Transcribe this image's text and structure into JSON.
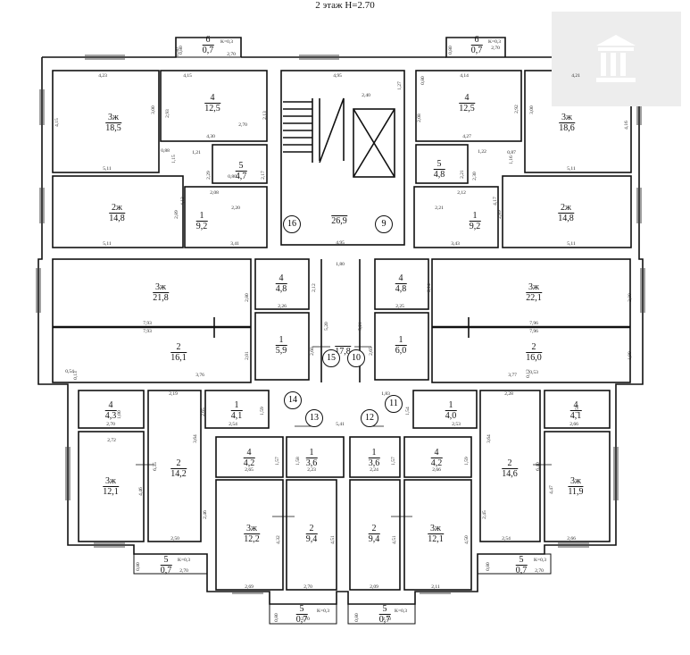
{
  "title": "2 этаж Н=2.70",
  "rooms": [
    {
      "id": "r1",
      "num": "6",
      "area": "0,7"
    },
    {
      "id": "r2",
      "num": "6",
      "area": "0,7"
    },
    {
      "id": "r3",
      "num": "3ж",
      "area": "18,5"
    },
    {
      "id": "r4",
      "num": "4",
      "area": "12,5"
    },
    {
      "id": "r5",
      "num": "5",
      "area": "4,7"
    },
    {
      "id": "r6",
      "num": "2ж",
      "area": "14,8"
    },
    {
      "id": "r7",
      "num": "1",
      "area": "9,2"
    },
    {
      "id": "r8",
      "num": "",
      "area": "26,9"
    },
    {
      "id": "r9",
      "num": "4",
      "area": "12,5"
    },
    {
      "id": "r10",
      "num": "3ж",
      "area": "18,6"
    },
    {
      "id": "r11",
      "num": "5",
      "area": "4,8"
    },
    {
      "id": "r12",
      "num": "1",
      "area": "9,2"
    },
    {
      "id": "r13",
      "num": "2ж",
      "area": "14,8"
    },
    {
      "id": "r14",
      "num": "3ж",
      "area": "21,8"
    },
    {
      "id": "r15",
      "num": "4",
      "area": "4,8"
    },
    {
      "id": "r16",
      "num": "4",
      "area": "4,8"
    },
    {
      "id": "r17",
      "num": "3ж",
      "area": "22,1"
    },
    {
      "id": "r18",
      "num": "1",
      "area": "5,9"
    },
    {
      "id": "r19",
      "num": "",
      "area": "17,8"
    },
    {
      "id": "r20",
      "num": "1",
      "area": "6,0"
    },
    {
      "id": "r21",
      "num": "2",
      "area": "16,1"
    },
    {
      "id": "r22",
      "num": "2",
      "area": "16,0"
    },
    {
      "id": "r23",
      "num": "4",
      "area": "4,3"
    },
    {
      "id": "r24",
      "num": "1",
      "area": "4,1"
    },
    {
      "id": "r25",
      "num": "1",
      "area": "4,0"
    },
    {
      "id": "r26",
      "num": "4",
      "area": "4,1"
    },
    {
      "id": "r27",
      "num": "3ж",
      "area": "12,1"
    },
    {
      "id": "r28",
      "num": "2",
      "area": "14,2"
    },
    {
      "id": "r29",
      "num": "4",
      "area": "4,2"
    },
    {
      "id": "r30",
      "num": "1",
      "area": "3,6"
    },
    {
      "id": "r31",
      "num": "1",
      "area": "3,6"
    },
    {
      "id": "r32",
      "num": "4",
      "area": "4,2"
    },
    {
      "id": "r33",
      "num": "2",
      "area": "14,6"
    },
    {
      "id": "r34",
      "num": "3ж",
      "area": "11,9"
    },
    {
      "id": "r35",
      "num": "3ж",
      "area": "12,2"
    },
    {
      "id": "r36",
      "num": "2",
      "area": "9,4"
    },
    {
      "id": "r37",
      "num": "2",
      "area": "9,4"
    },
    {
      "id": "r38",
      "num": "3ж",
      "area": "12,1"
    },
    {
      "id": "r39",
      "num": "5",
      "area": "0,7"
    },
    {
      "id": "r40",
      "num": "5",
      "area": "0,7"
    },
    {
      "id": "r41",
      "num": "5",
      "area": "0,7"
    },
    {
      "id": "r42",
      "num": "5",
      "area": "0,7"
    }
  ],
  "apartments": [
    "16",
    "9",
    "15",
    "10",
    "14",
    "11",
    "13",
    "12"
  ],
  "coefficients": [
    "K=0,3",
    "K=0,3",
    "K=0,3",
    "K=0,3",
    "K=0,3",
    "K=0,3"
  ],
  "dimensions": [
    "4,23",
    "4,15",
    "0,80",
    "4,95",
    "2,40",
    "1,27",
    "0,80",
    "4,14",
    "4,21",
    "4,15",
    "3,00",
    "2,93",
    "2,13",
    "2,08",
    "2,92",
    "3,00",
    "4,16",
    "4,30",
    "4,27",
    "0,88",
    "1,15",
    "1,21",
    "1,22",
    "0,87",
    "1,16",
    "5,11",
    "5,11",
    "2,29",
    "2,17",
    "2,21",
    "2,30",
    "2,08",
    "2,12",
    "2,20",
    "2,21",
    "4,13",
    "4,17",
    "2,89",
    "2,89",
    "3,41",
    "3,43",
    "5,11",
    "5,11",
    "1,80",
    "4,95",
    "2,80",
    "2,12",
    "2,14",
    "2,80",
    "2,26",
    "2,25",
    "7,93",
    "7,93",
    "7,96",
    "7,96",
    "5,20",
    "5,21",
    "2,60",
    "2,65",
    "2,01",
    "1,99",
    "0,54",
    "0,13",
    "3,76",
    "0,12",
    "0,53",
    "3,77",
    "2,19",
    "2,28",
    "1,00",
    "1,53",
    "2,70",
    "2,66",
    "3,64",
    "3,64",
    "2,72",
    "1,83",
    "1,59",
    "1,54",
    "2,54",
    "5,41",
    "2,53",
    "4,46",
    "6,35",
    "4,47",
    "6,40",
    "1,57",
    "1,58",
    "1,57",
    "1,59",
    "2,65",
    "2,23",
    "2,24",
    "2,66",
    "2,46",
    "2,45",
    "4,32",
    "4,51",
    "4,51",
    "4,50",
    "2,50",
    "2,54",
    "2,66",
    "2,69",
    "2,70",
    "2,09",
    "2,11",
    "2,70",
    "2,70",
    "2,70",
    "2,70",
    "2,70",
    "2,70",
    "2,70",
    "0,80",
    "0,80",
    "0,80",
    "0,80",
    "0,80",
    "0,80",
    "0,80",
    "2,65",
    "1,50"
  ]
}
